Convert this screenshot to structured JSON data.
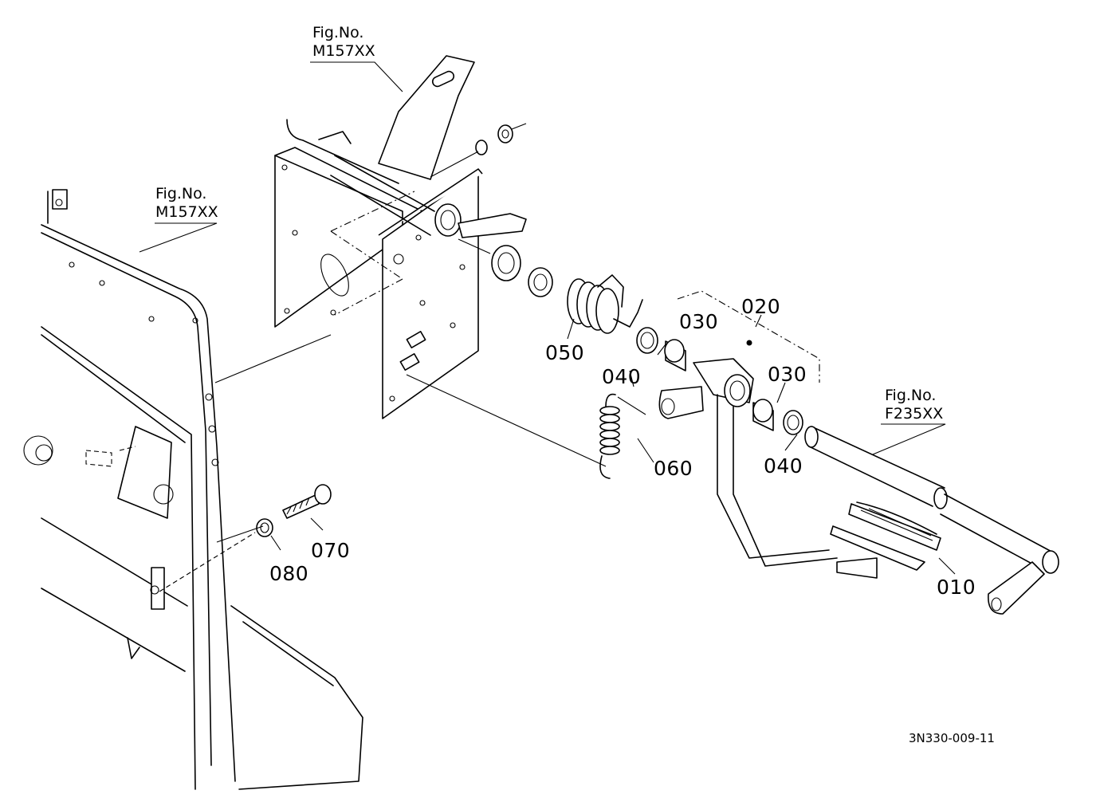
{
  "figure_refs": [
    {
      "line1": "Fig.No.",
      "line2": "M157XX"
    },
    {
      "line1": "Fig.No.",
      "line2": "M157XX"
    },
    {
      "line1": "Fig.No.",
      "line2": "F235XX"
    }
  ],
  "part_labels": {
    "p010": "010",
    "p020": "020",
    "p030a": "030",
    "p030b": "030",
    "p040a": "040",
    "p040b": "040",
    "p050": "050",
    "p060": "060",
    "p070": "070",
    "p080": "080"
  },
  "drawing_code": "3N330-009-11"
}
